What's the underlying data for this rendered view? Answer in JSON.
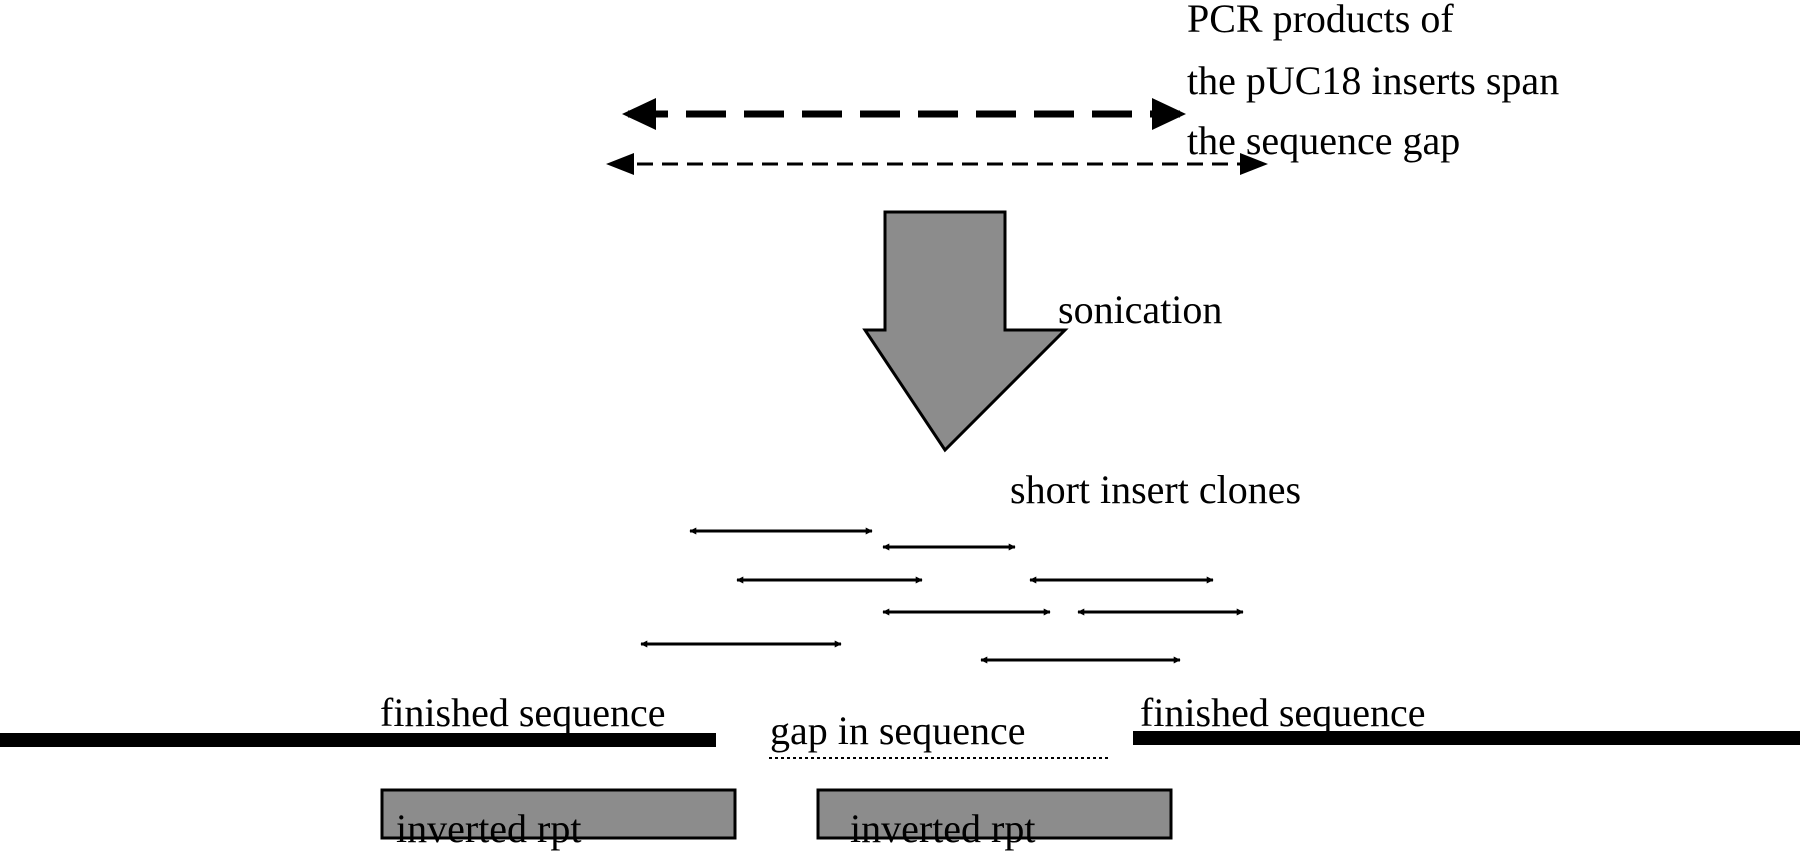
{
  "annotations": {
    "pcr_products_lines": [
      "PCR products of",
      "the pUC18 inserts span",
      "the sequence gap"
    ],
    "sonication": "sonication",
    "short_insert_clones": "short insert clones",
    "finished_sequence_left": "finished sequence",
    "gap_in_sequence": "gap in sequence",
    "finished_sequence_right": "finished sequence",
    "inverted_rpt_left": "inverted rpt",
    "inverted_rpt_right": "inverted rpt"
  },
  "colors": {
    "line": "#000000",
    "fill_gray": "#8c8c8c",
    "background": "#ffffff"
  },
  "icons": {
    "process_arrow": "down-arrow-icon",
    "clone_arrow": "double-headed-arrow-icon"
  }
}
